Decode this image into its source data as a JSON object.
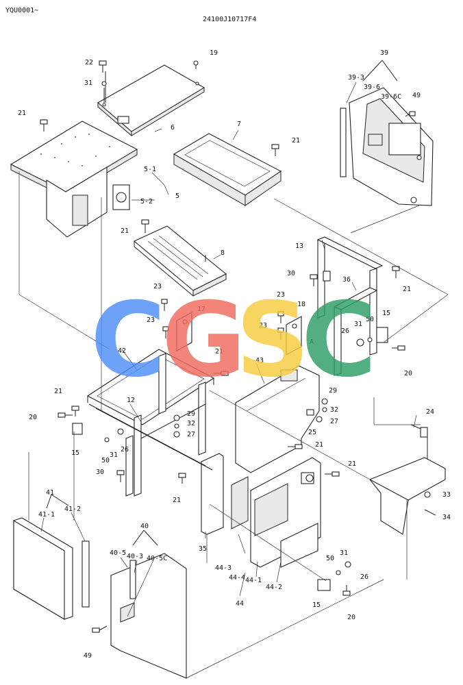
{
  "header": {
    "left_code": "YQU0001~",
    "drawing_number": "24100J10717F4"
  },
  "watermark": {
    "letters": [
      "C",
      "G",
      "S",
      "C"
    ],
    "colors": [
      "#4f8ef7",
      "#f06a5e",
      "#f6cc3e",
      "#2e9e67"
    ]
  },
  "reference_marks": [
    "A"
  ],
  "callouts": [
    {
      "id": "c22",
      "text": "22"
    },
    {
      "id": "c19",
      "text": "19"
    },
    {
      "id": "c31a",
      "text": "31"
    },
    {
      "id": "c6",
      "text": "6"
    },
    {
      "id": "c21a",
      "text": "21"
    },
    {
      "id": "c7",
      "text": "7"
    },
    {
      "id": "c21b",
      "text": "21"
    },
    {
      "id": "c5-1",
      "text": "5-1"
    },
    {
      "id": "c5",
      "text": "5"
    },
    {
      "id": "c5-2",
      "text": "5-2"
    },
    {
      "id": "c21c",
      "text": "21"
    },
    {
      "id": "c8",
      "text": "8"
    },
    {
      "id": "c39",
      "text": "39"
    },
    {
      "id": "c39-3",
      "text": "39-3"
    },
    {
      "id": "c39-6",
      "text": "39-6"
    },
    {
      "id": "c39-6C",
      "text": "39-6C"
    },
    {
      "id": "c49a",
      "text": "49"
    },
    {
      "id": "c13",
      "text": "13"
    },
    {
      "id": "c30a",
      "text": "30"
    },
    {
      "id": "c36",
      "text": "36"
    },
    {
      "id": "c21d",
      "text": "21"
    },
    {
      "id": "c23a",
      "text": "23"
    },
    {
      "id": "c17",
      "text": "17"
    },
    {
      "id": "c23b",
      "text": "23"
    },
    {
      "id": "c18",
      "text": "18"
    },
    {
      "id": "c23c",
      "text": "23"
    },
    {
      "id": "c23d",
      "text": "23"
    },
    {
      "id": "c31b",
      "text": "31"
    },
    {
      "id": "c50a",
      "text": "50"
    },
    {
      "id": "c15a",
      "text": "15"
    },
    {
      "id": "c26a",
      "text": "26"
    },
    {
      "id": "c20a",
      "text": "20"
    },
    {
      "id": "c42",
      "text": "42"
    },
    {
      "id": "c21e",
      "text": "21"
    },
    {
      "id": "c43",
      "text": "43"
    },
    {
      "id": "c21f",
      "text": "21"
    },
    {
      "id": "c20b",
      "text": "20"
    },
    {
      "id": "c12",
      "text": "12"
    },
    {
      "id": "c29a",
      "text": "29"
    },
    {
      "id": "c32a",
      "text": "32"
    },
    {
      "id": "c27a",
      "text": "27"
    },
    {
      "id": "c29b",
      "text": "29"
    },
    {
      "id": "c32b",
      "text": "32"
    },
    {
      "id": "c27b",
      "text": "27"
    },
    {
      "id": "c25",
      "text": "25"
    },
    {
      "id": "c24",
      "text": "24"
    },
    {
      "id": "c15b",
      "text": "15"
    },
    {
      "id": "c50b",
      "text": "50"
    },
    {
      "id": "c26b",
      "text": "26"
    },
    {
      "id": "c31c",
      "text": "31"
    },
    {
      "id": "c30b",
      "text": "30"
    },
    {
      "id": "c21g",
      "text": "21"
    },
    {
      "id": "c21h",
      "text": "21"
    },
    {
      "id": "c21i",
      "text": "21"
    },
    {
      "id": "c33",
      "text": "33"
    },
    {
      "id": "c34",
      "text": "34"
    },
    {
      "id": "c41",
      "text": "41"
    },
    {
      "id": "c41-1",
      "text": "41-1"
    },
    {
      "id": "c41-2",
      "text": "41-2"
    },
    {
      "id": "c35",
      "text": "35"
    },
    {
      "id": "c40",
      "text": "40"
    },
    {
      "id": "c40-5",
      "text": "40-5"
    },
    {
      "id": "c40-3",
      "text": "40-3"
    },
    {
      "id": "c40-5C",
      "text": "40-5C"
    },
    {
      "id": "c44-3",
      "text": "44-3"
    },
    {
      "id": "c44-4",
      "text": "44-4"
    },
    {
      "id": "c44-1",
      "text": "44-1"
    },
    {
      "id": "c44-2",
      "text": "44-2"
    },
    {
      "id": "c44",
      "text": "44"
    },
    {
      "id": "c50c",
      "text": "50"
    },
    {
      "id": "c31d",
      "text": "31"
    },
    {
      "id": "c26c",
      "text": "26"
    },
    {
      "id": "c15c",
      "text": "15"
    },
    {
      "id": "c20c",
      "text": "20"
    },
    {
      "id": "c49b",
      "text": "49"
    }
  ]
}
